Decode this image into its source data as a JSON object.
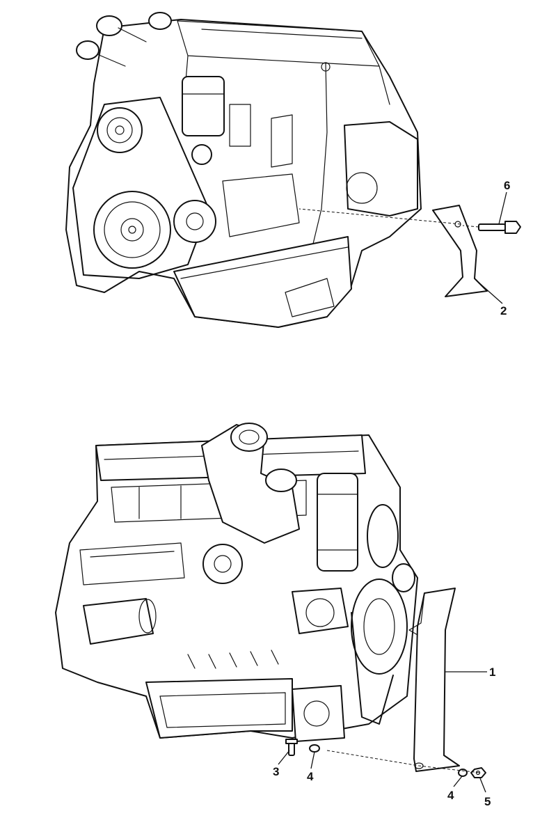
{
  "callouts": {
    "c1": "1",
    "c2": "2",
    "c3": "3",
    "c4a": "4",
    "c4b": "4",
    "c5": "5",
    "c6": "6"
  },
  "colors": {
    "ink": "#111111",
    "paper": "#ffffff"
  }
}
